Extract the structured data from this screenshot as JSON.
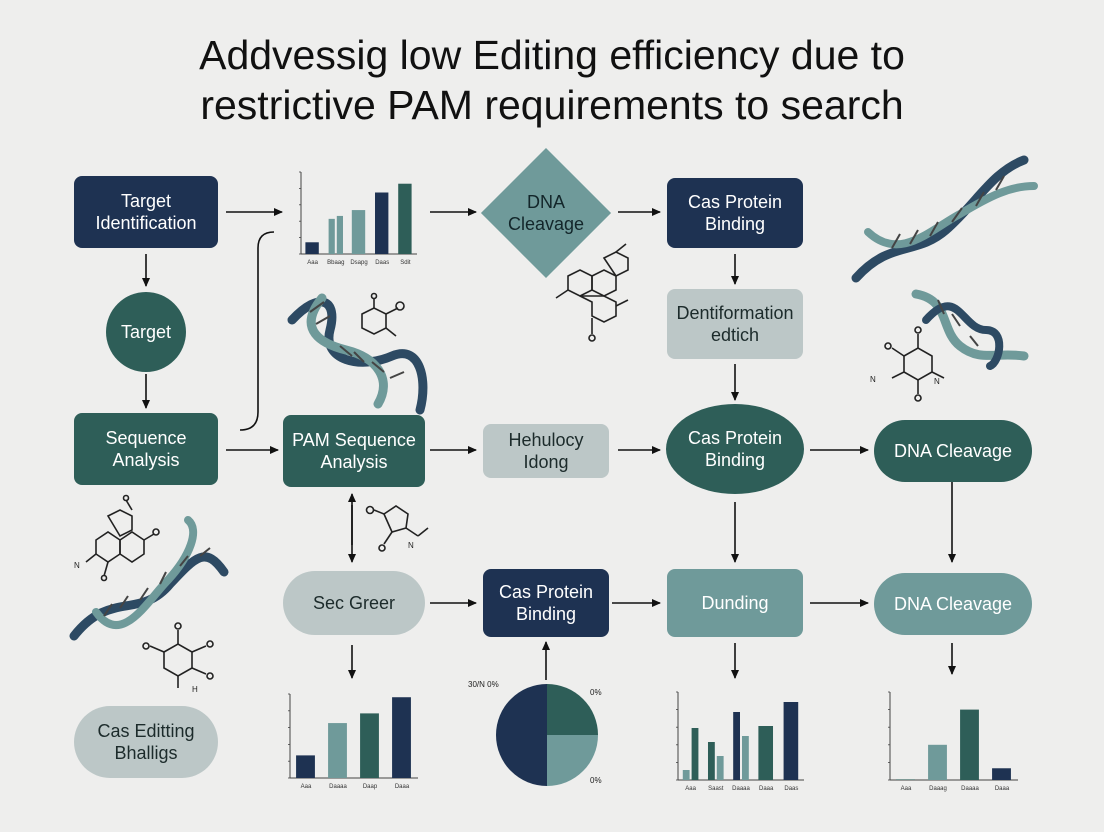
{
  "title_line1": "Addvessig low Editing efficiency due to",
  "title_line2": "restrictive PAM requirements to search",
  "nodes": {
    "target_identification": "Target Identification",
    "target": "Target",
    "sequence_analysis": "Sequence Analysis",
    "dna_cleavage_diamond": "DNA Cleavage",
    "cas_binding_top": "Cas Protein Binding",
    "dentiformation": "Dentiformation edtich",
    "pam_sequence_analysis": "PAM Sequence Analysis",
    "homology": "Hehulocy Idong",
    "cas_binding_mid": "Cas Protein Binding",
    "dna_cleavage_mid": "DNA Cleavage",
    "sec_greer": "Sec Greer",
    "cas_binding_low": "Cas Protein Binding",
    "dunding": "Dunding",
    "dna_cleavage_low": "DNA Cleavage",
    "cas_editing": "Cas Editting Bhalligs"
  },
  "pie_labels": {
    "top_left": "30/N 0%",
    "top_right": "0%",
    "bottom_right": "0%"
  },
  "colors": {
    "navy": "#1e3252",
    "teal": "#2e5e58",
    "sage": "#6f9a9a",
    "light": "#bcc7c7",
    "helix_dark": "#2d4a63",
    "helix_light": "#6f9a9a"
  },
  "chart_data": [
    {
      "type": "bar",
      "id": "top-chart",
      "categories": [
        "Aaa",
        "Bbaag",
        "Dsapg",
        "Daas",
        "Sdit"
      ],
      "values": [
        [
          2
        ],
        [
          6,
          6.5
        ],
        [
          7.5
        ],
        [
          10.5
        ],
        [
          12
        ]
      ],
      "ylim": [
        0,
        14
      ],
      "series_colors": [
        [
          "#1e3252"
        ],
        [
          "#6f9a9a",
          "#6f9a9a"
        ],
        [
          "#6f9a9a"
        ],
        [
          "#1e3252"
        ],
        [
          "#2e5e58"
        ]
      ]
    },
    {
      "type": "bar",
      "id": "bottom-left-chart",
      "categories": [
        "Aaa",
        "Daaaa",
        "Daap",
        "Daaa"
      ],
      "values": [
        [
          140
        ],
        [
          340
        ],
        [
          400
        ],
        [
          500
        ]
      ],
      "ylim": [
        0,
        520
      ],
      "series_colors": [
        [
          "#1e3252"
        ],
        [
          "#6f9a9a"
        ],
        [
          "#2e5e58"
        ],
        [
          "#1e3252"
        ]
      ]
    },
    {
      "type": "pie",
      "id": "pie-chart",
      "values": [
        50,
        25,
        25
      ],
      "series_colors": [
        "#1e3252",
        "#2e5e58",
        "#6f9a9a"
      ]
    },
    {
      "type": "bar",
      "id": "bottom-mid-chart",
      "categories": [
        "Aaa",
        "Saast",
        "Daaaa",
        "Daaa",
        "Daas"
      ],
      "values": [
        [
          50,
          260
        ],
        [
          190,
          120
        ],
        [
          340,
          220
        ],
        [
          270
        ],
        [
          390
        ]
      ],
      "ylim": [
        0,
        440
      ],
      "series_colors": [
        [
          "#6f9a9a",
          "#2e5e58"
        ],
        [
          "#2e5e58",
          "#6f9a9a"
        ],
        [
          "#1e3252",
          "#6f9a9a"
        ],
        [
          "#2e5e58"
        ],
        [
          "#1e3252"
        ]
      ]
    },
    {
      "type": "bar",
      "id": "bottom-right-chart",
      "categories": [
        "Aaa",
        "Daaag",
        "Daaaa",
        "Daaa"
      ],
      "values": [
        [
          0.2
        ],
        [
          12
        ],
        [
          24
        ],
        [
          4
        ]
      ],
      "ylim": [
        0,
        30
      ],
      "series_colors": [
        [
          "#2e5e58"
        ],
        [
          "#6f9a9a"
        ],
        [
          "#2e5e58"
        ],
        [
          "#1e3252"
        ]
      ]
    }
  ]
}
